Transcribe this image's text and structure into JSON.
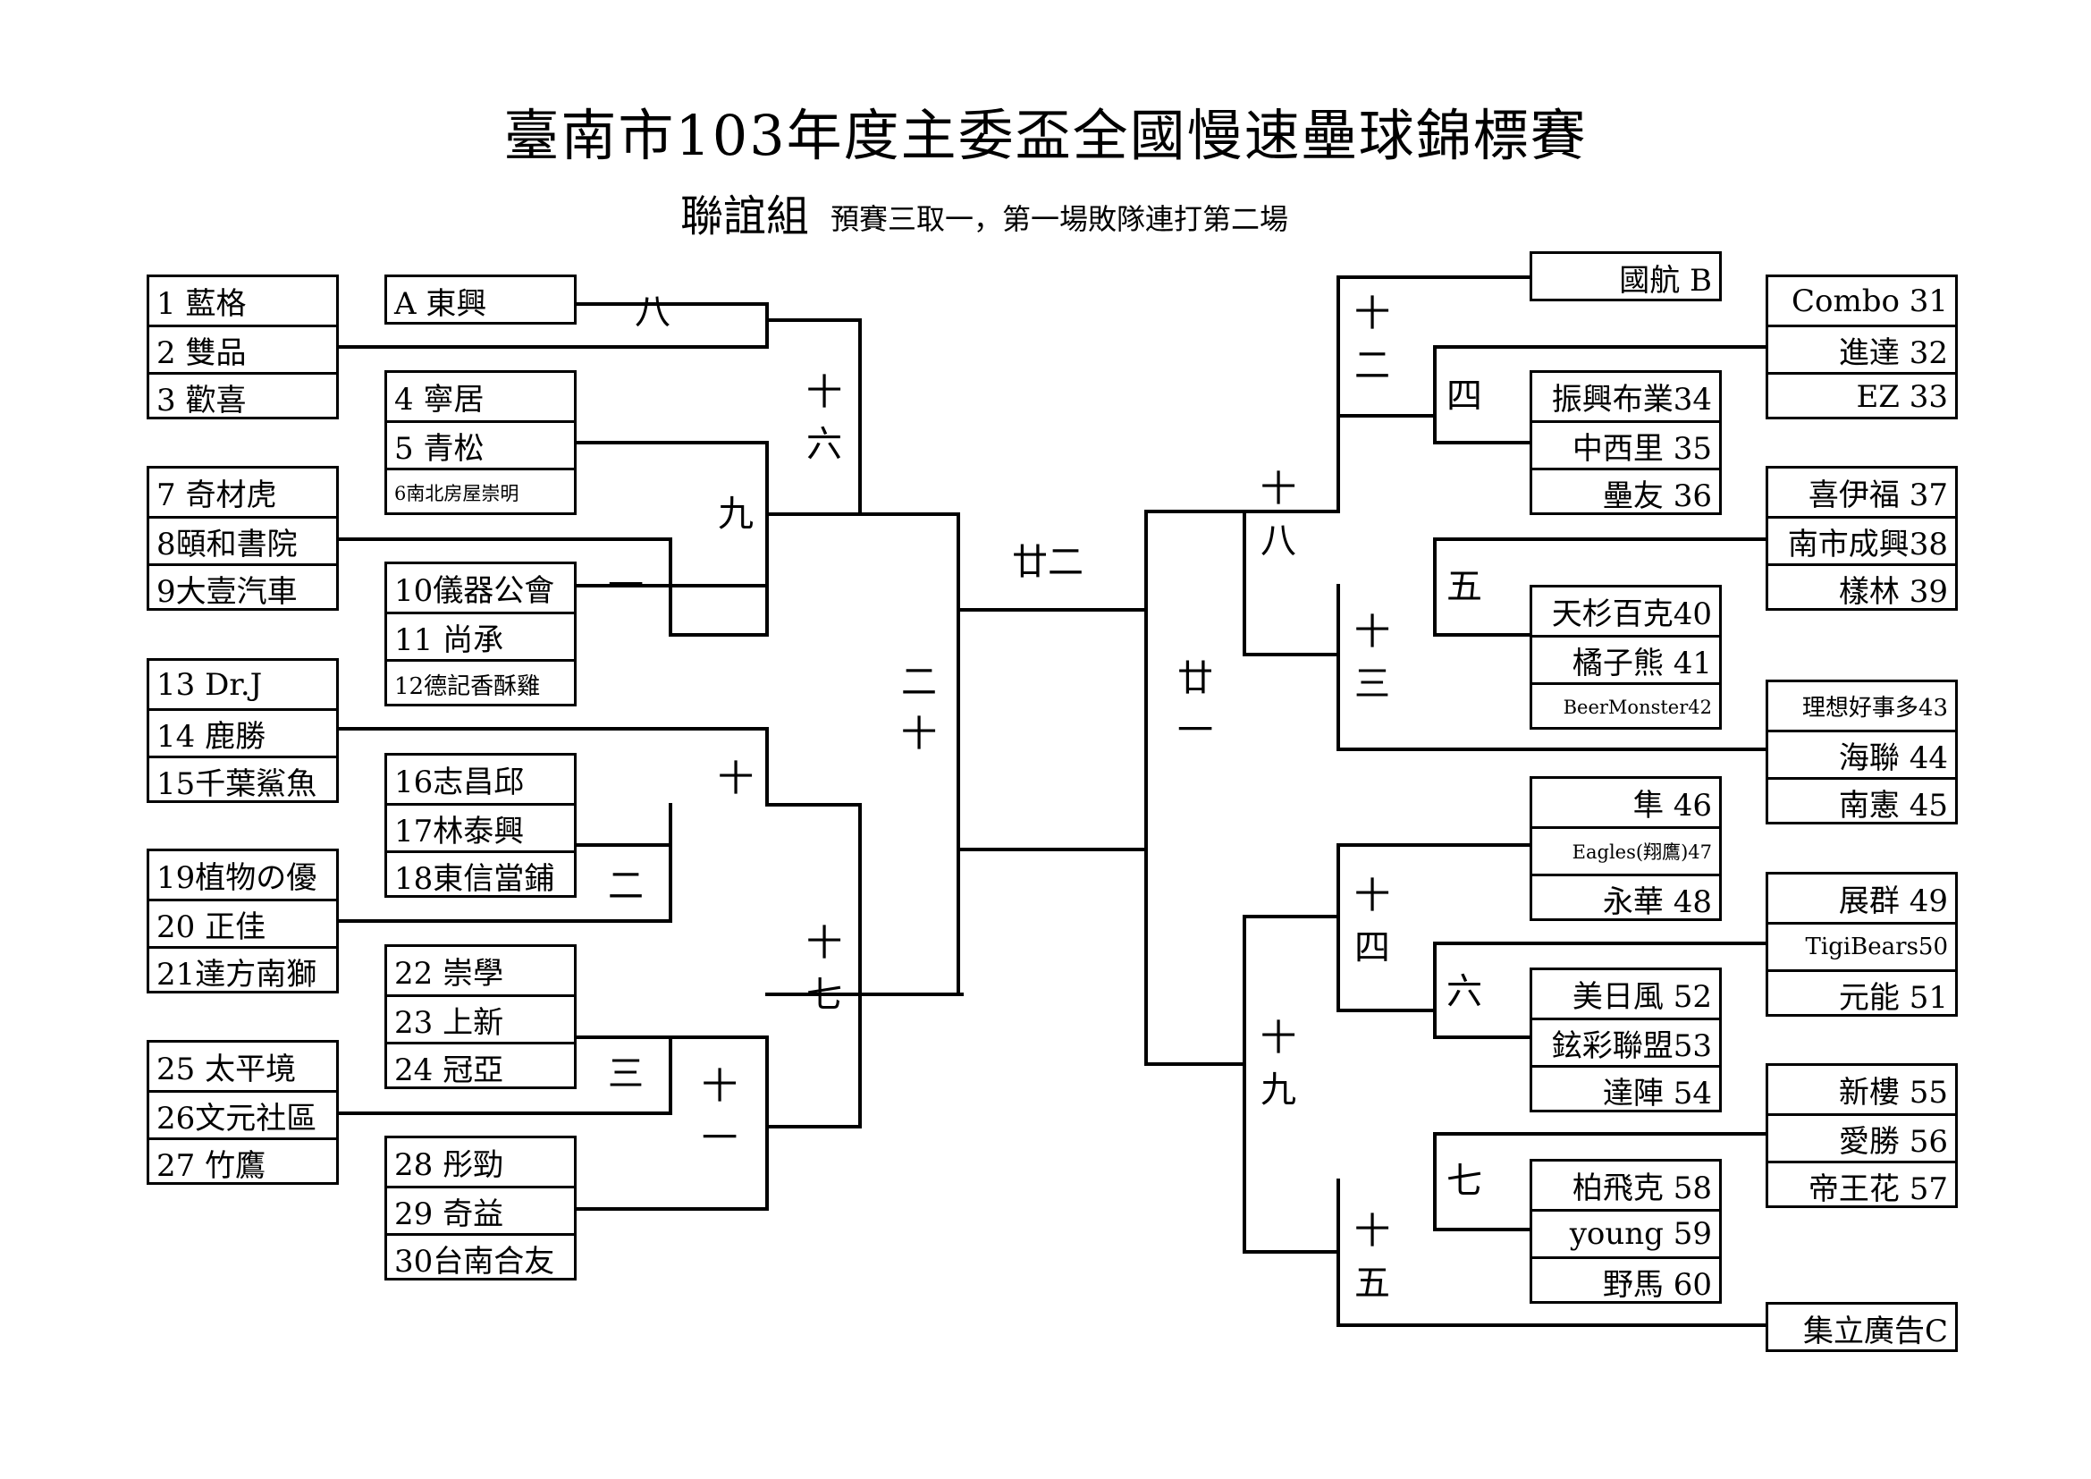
{
  "header": {
    "title": "臺南市103年度主委盃全國慢速壘球錦標賽",
    "group_name": "聯誼組",
    "rule": "預賽三取一，第一場敗隊連打第二場"
  },
  "left_groups": [
    [
      "1 藍格",
      "2 雙品",
      "3 歡喜"
    ],
    [
      "A 東興"
    ],
    [
      "4 寧居",
      "5 青松",
      "6南北房屋崇明"
    ],
    [
      "7 奇材虎",
      "8頤和書院",
      "9大壹汽車"
    ],
    [
      "10儀器公會",
      "11 尚承",
      "12德記香酥雞"
    ],
    [
      "13 Dr.J",
      "14 鹿勝",
      "15千葉鯊魚"
    ],
    [
      "16志昌邱",
      "17林泰興",
      "18東信當鋪"
    ],
    [
      "19植物の優",
      "20 正佳",
      "21達方南獅"
    ],
    [
      "22 崇學",
      "23 上新",
      "24 冠亞"
    ],
    [
      "25 太平境",
      "26文元社區",
      "27 竹鷹"
    ],
    [
      "28 彤勁",
      "29 奇益",
      "30台南合友"
    ]
  ],
  "right_groups": [
    [
      "國航 B"
    ],
    [
      "Combo 31",
      "進達 32",
      "EZ 33"
    ],
    [
      "振興布業34",
      "中西里 35",
      "壘友 36"
    ],
    [
      "喜伊福 37",
      "南市成興38",
      "樣林 39"
    ],
    [
      "天杉百克40",
      "橘子熊 41",
      "BeerMonster42"
    ],
    [
      "理想好事多43",
      "海聯 44",
      "南憲 45"
    ],
    [
      "隼 46",
      "Eagles(翔鷹)47",
      "永華 48"
    ],
    [
      "展群 49",
      "TigiBears50",
      "元能 51"
    ],
    [
      "美日風 52",
      "鉉彩聯盟53",
      "達陣 54"
    ],
    [
      "新樓 55",
      "愛勝 56",
      "帝王花 57"
    ],
    [
      "柏飛克 58",
      "young 59",
      "野馬 60"
    ],
    [
      "集立廣告C"
    ]
  ],
  "game_labels": {
    "g1": "一",
    "g2": "二",
    "g3": "三",
    "g4": "四",
    "g5": "五",
    "g6": "六",
    "g7": "七",
    "g8": "八",
    "g9": "九",
    "g10a": "十",
    "g11a": "十",
    "g11b": "一",
    "g12a": "十",
    "g12b": "二",
    "g13a": "十",
    "g13b": "三",
    "g14a": "十",
    "g14b": "四",
    "g15a": "十",
    "g15b": "五",
    "g16a": "十",
    "g16b": "六",
    "g17a": "十",
    "g17b": "七",
    "g18a": "十",
    "g18b": "八",
    "g19a": "十",
    "g19b": "九",
    "g20a": "二",
    "g20b": "十",
    "g21a": "廿",
    "g21b": "一",
    "g22": "廿二"
  }
}
